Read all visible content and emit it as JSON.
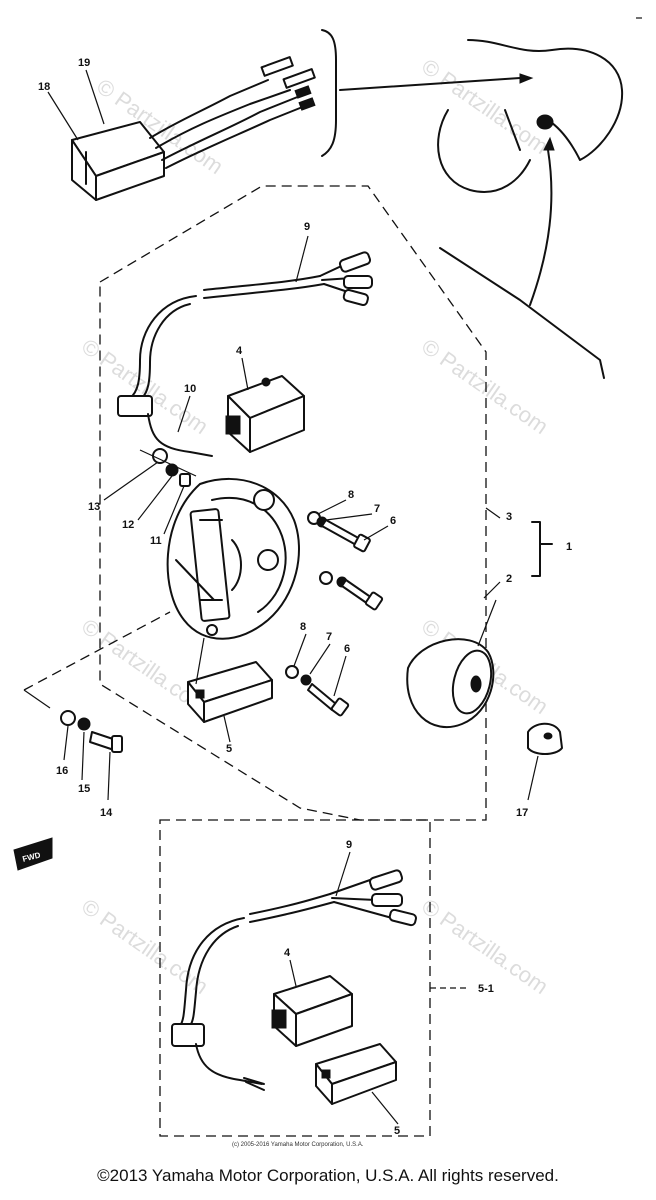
{
  "watermark": "© Partzilla.com",
  "credit_line": "(c) 2005-2016 Yamaha Motor Corporation, U.S.A.",
  "copyright": "©2013 Yamaha Motor Corporation, U.S.A. All rights reserved.",
  "callouts": {
    "c1": "1",
    "c2": "2",
    "c3": "3",
    "c4a": "4",
    "c4b": "4",
    "c5a": "5",
    "c5b": "5",
    "c51": "5-1",
    "c6a": "6",
    "c6b": "6",
    "c7a": "7",
    "c7b": "7",
    "c8a": "8",
    "c8b": "8",
    "c9a": "9",
    "c9b": "9",
    "c10": "10",
    "c11": "11",
    "c12": "12",
    "c13": "13",
    "c14": "14",
    "c15": "15",
    "c16": "16",
    "c17": "17",
    "c18": "18",
    "c19": "19"
  },
  "fwd_tag": "FWD"
}
